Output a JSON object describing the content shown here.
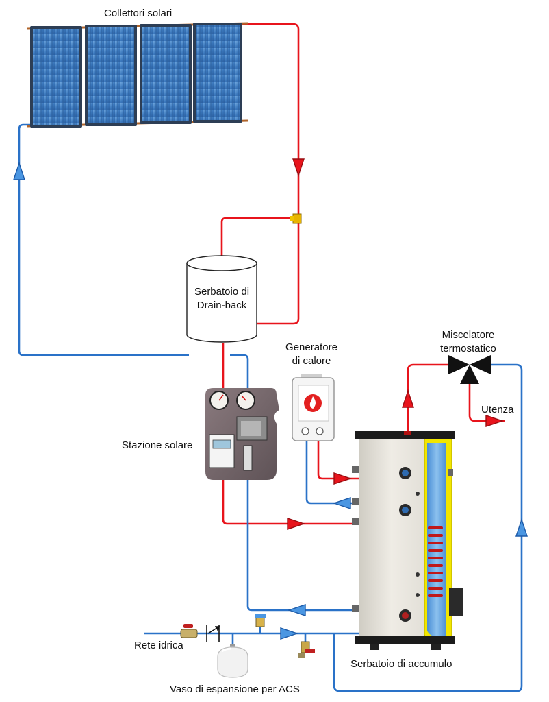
{
  "labels": {
    "collectors": "Collettori solari",
    "drainback_line1": "Serbatoio di",
    "drainback_line2": "Drain-back",
    "generator_line1": "Generatore",
    "generator_line2": "di calore",
    "mixer_line1": "Miscelatore",
    "mixer_line2": "termostatico",
    "user": "Utenza",
    "solar_station": "Stazione solare",
    "mains": "Rete idrica",
    "storage_tank": "Serbatoio di accumulo",
    "expansion_vessel": "Vaso di espansione per ACS"
  },
  "colors": {
    "hot_pipe": "#e8141c",
    "cold_pipe": "#2a72c8",
    "panel": "#3d7fc4",
    "tank_body": "#e7e4dc",
    "tank_lining": "#f2e600"
  }
}
